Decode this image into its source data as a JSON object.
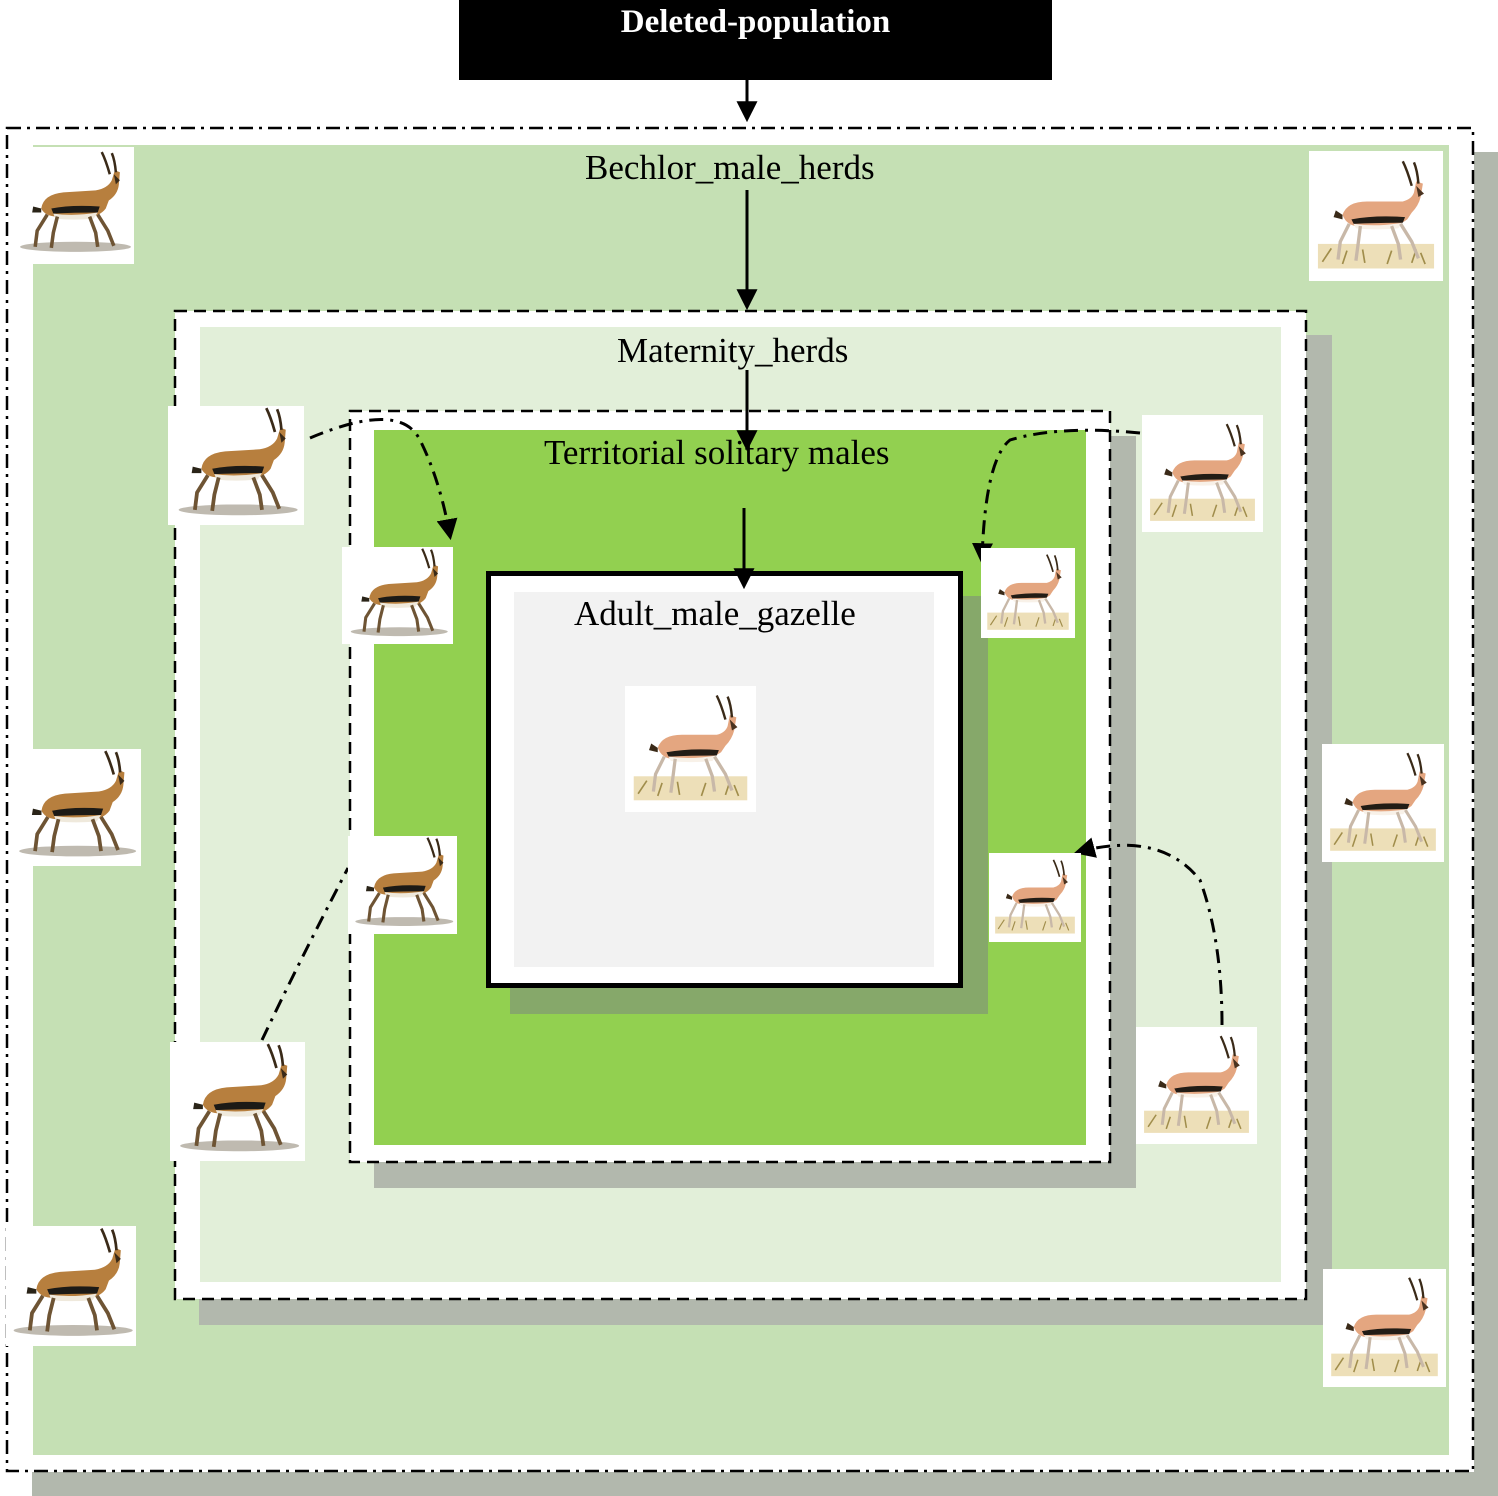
{
  "diagram": {
    "header": {
      "label": "Deleted-population",
      "bg": "#000000",
      "fg": "#ffffff"
    },
    "levels": [
      {
        "label": "Bechlor_male_herds",
        "fill": "#c5e0b4"
      },
      {
        "label": "Maternity_herds",
        "fill": "#e2efd9"
      },
      {
        "label": "Territorial solitary males",
        "fill": "#92d050"
      },
      {
        "label": "Adult_male_gazelle",
        "fill": "#f2f2f2"
      }
    ],
    "gazelle_icon": "gazelle-icon",
    "shadow_color": "#b2b8ad"
  }
}
